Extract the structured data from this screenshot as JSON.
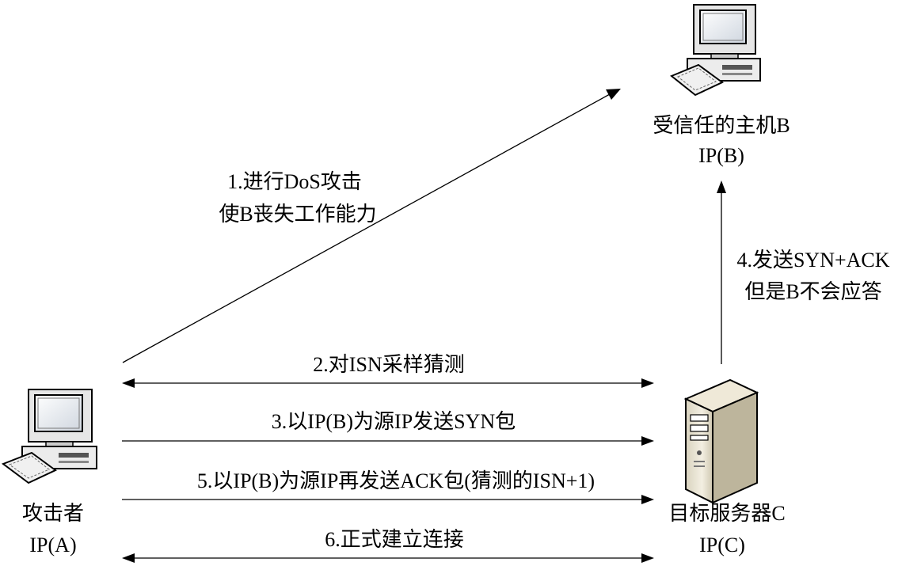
{
  "nodes": {
    "trusted_host": {
      "name": "受信任的主机B",
      "ip": "IP(B)",
      "icon": "desktop-computer-icon"
    },
    "attacker": {
      "name": "攻击者",
      "ip": "IP(A)",
      "icon": "desktop-computer-icon"
    },
    "target_server": {
      "name": "目标服务器C",
      "ip": "IP(C)",
      "icon": "tower-server-icon"
    }
  },
  "steps": {
    "s1": {
      "line1": "1.进行DoS攻击",
      "line2": "使B丧失工作能力"
    },
    "s2": {
      "text": "2.对ISN采样猜测"
    },
    "s3": {
      "text": "3.以IP(B)为源IP发送SYN包"
    },
    "s4": {
      "line1": "4.发送SYN+ACK",
      "line2": "但是B不会应答"
    },
    "s5": {
      "text": "5.以IP(B)为源IP再发送ACK包(猜测的ISN+1)"
    },
    "s6": {
      "text": "6.正式建立连接"
    }
  }
}
